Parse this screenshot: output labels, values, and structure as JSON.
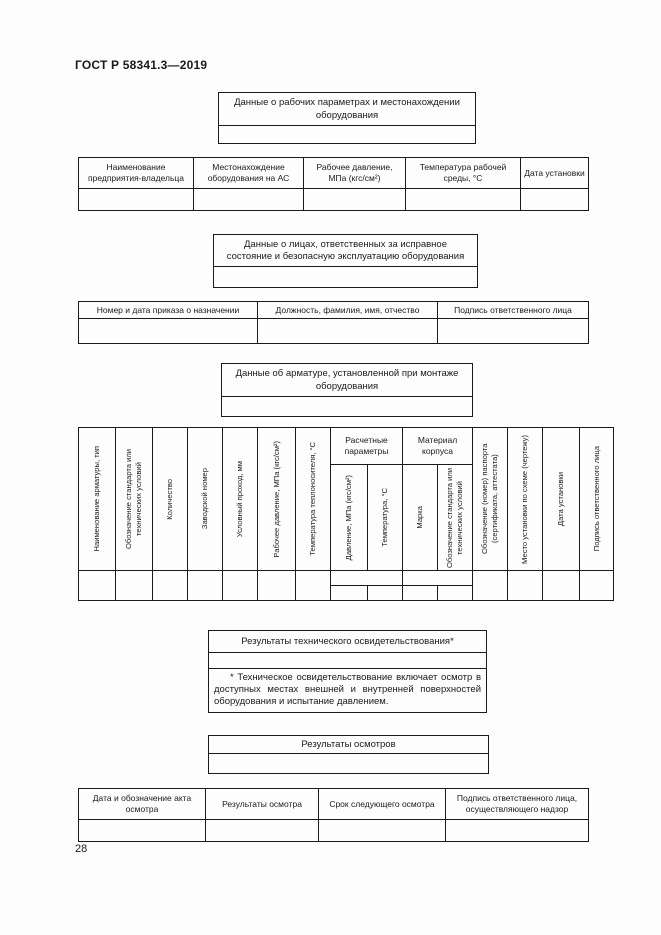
{
  "page": {
    "doc_number": "ГОСТ Р 58341.3—2019",
    "page_number": "28"
  },
  "sections": {
    "operating_params": {
      "title": "Данные о рабочих параметрах и местонахождении оборудования",
      "headers": [
        "Наименование предприятия-владельца",
        "Местонахождение оборудования на АС",
        "Рабочее давление, МПа (кгс/см²)",
        "Температура рабочей среды, °С",
        "Дата установки"
      ]
    },
    "responsible_persons": {
      "title": "Данные о лицах, ответственных за исправное состояние и безопасную эксплуатацию оборудования",
      "headers": [
        "Номер и дата приказа о назначении",
        "Должность, фамилия, имя, отчество",
        "Подпись ответственного лица"
      ]
    },
    "valves": {
      "title": "Данные об арматуре, установленной при монтаже оборудования",
      "left_headers": [
        "Наименование арматуры, тип",
        "Обозначение стандарта или технических условий",
        "Количество",
        "Заводской номер",
        "Условный проход, мм",
        "Рабочее давление, МПа (кгс/см²)",
        "Температура теплоносителя, °С"
      ],
      "group1": {
        "label": "Расчетные параметры",
        "children": [
          "Давление, МПа (кгс/см²)",
          "Температура, °С"
        ]
      },
      "group2": {
        "label": "Материал корпуса",
        "children": [
          "Марка",
          "Обозначение стандарта или технических условий"
        ]
      },
      "right_headers": [
        "Обозначение (номер) паспорта (сертификата, аттестата)",
        "Место установки по схеме (чертежу)",
        "Дата установки",
        "Подпись ответственного лица"
      ]
    },
    "tech_examination": {
      "title": "Результаты технического освидетельствования*",
      "footnote": "* Техническое освидетельствование включает осмотр в доступных местах внешней и внутренней поверхностей оборудования и испытание давлением."
    },
    "inspections": {
      "title": "Результаты осмотров"
    },
    "inspection_results": {
      "headers": [
        "Дата и обозначение акта осмотра",
        "Результаты осмотра",
        "Срок следующего осмотра",
        "Подпись ответственного лица, осуществляющего надзор"
      ]
    }
  }
}
